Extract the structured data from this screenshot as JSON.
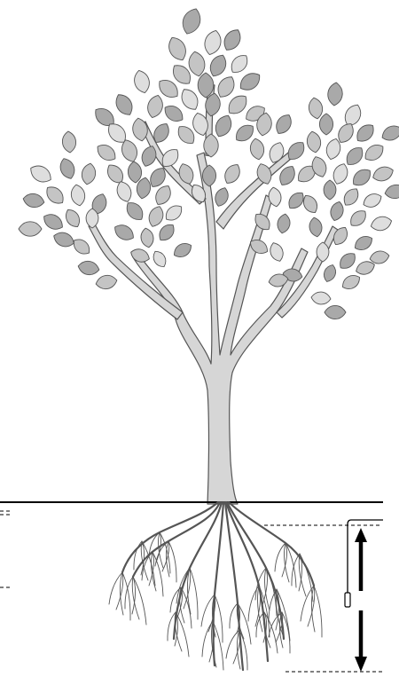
{
  "figure": {
    "subject": "tree",
    "parts": [
      "canopy",
      "trunk",
      "root-system",
      "ground-line",
      "depth-arrow",
      "soil-sensor"
    ]
  },
  "colors": {
    "background": "#ffffff",
    "leaf_dark": "#a9a9a9",
    "leaf_mid": "#c4c4c4",
    "leaf_light": "#dedede",
    "outline": "#555555",
    "trunk_fill": "#d6d6d6",
    "ground": "#000000",
    "arrow": "#000000"
  },
  "icons": {
    "sensor": "soil-moisture-probe-icon",
    "arrow": "double-headed-arrow-icon"
  }
}
